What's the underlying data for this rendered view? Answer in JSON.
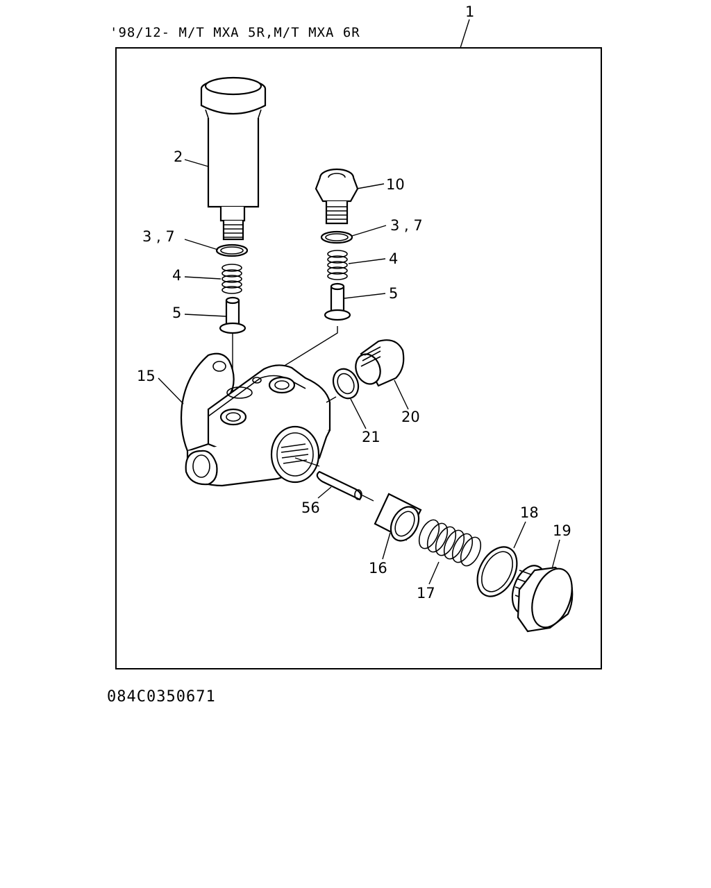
{
  "header": {
    "text": "'98/12- M/T MXA 5R,M/T MXA 6R"
  },
  "footer": {
    "code": "084C0350671"
  },
  "labels": {
    "assembly": "1",
    "p2": "2",
    "p37_left": "3 , 7",
    "p4_left": "4",
    "p5_left": "5",
    "p10": "10",
    "p37_right": "3 , 7",
    "p4_right": "4",
    "p5_right": "5",
    "p15": "15",
    "p20": "20",
    "p21": "21",
    "p56": "56",
    "p16": "16",
    "p17": "17",
    "p18": "18",
    "p19": "19"
  }
}
